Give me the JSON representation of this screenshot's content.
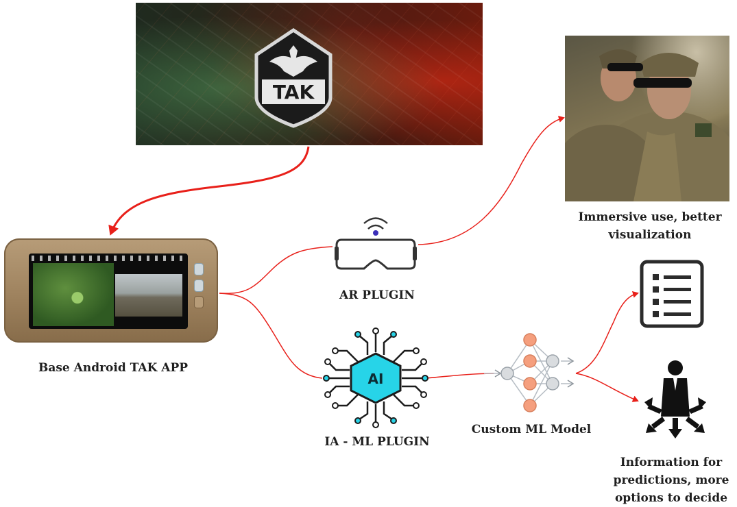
{
  "banner": {
    "logo_text": "TAK"
  },
  "labels": {
    "base_app": "Base Android TAK APP",
    "ar_plugin": "AR PLUGIN",
    "ml_plugin": "IA - ML PLUGIN",
    "custom_ml": "Custom ML Model",
    "immersive_line1": "Immersive use, better",
    "immersive_line2": "visualization",
    "info_line1": "Information for",
    "info_line2": "predictions, more",
    "info_line3": "options to decide"
  },
  "icons": {
    "ai_chip_text": "AI",
    "ar_headset": "vr-headset-icon",
    "list": "list-icon",
    "decision": "decision-person-icon",
    "neural_net": "neural-network-icon"
  },
  "colors": {
    "arrow": "#e8201a",
    "ai_chip": "#27d4e8",
    "node_orange": "#f59f7e",
    "node_gray": "#d9dcdf"
  }
}
